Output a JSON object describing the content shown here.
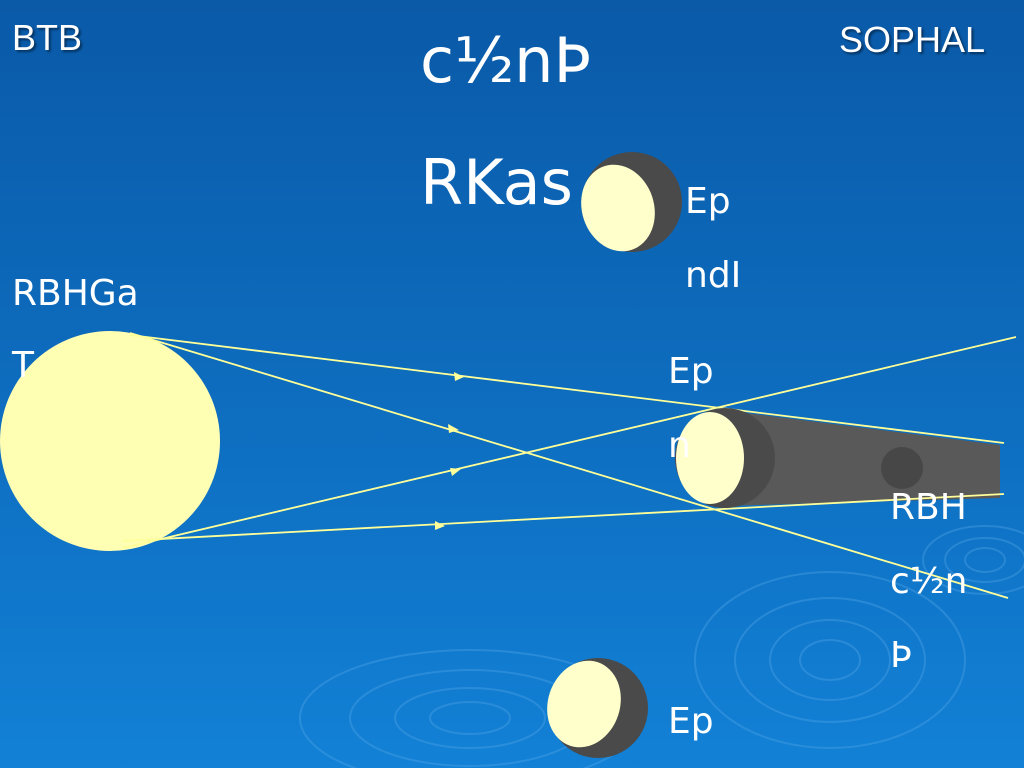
{
  "header": {
    "left_label": "BTB",
    "right_label": "SOPHAL"
  },
  "title": {
    "line1": "c½nÞ",
    "line2": "RKas"
  },
  "labels": {
    "sun_label_line1": "RBHGa",
    "sun_label_line2": "T",
    "moon_top_line1": "Ep",
    "moon_top_line2": "ndI",
    "moon_mid_line1": "Ep",
    "moon_mid_line2": "n",
    "shadow_line1": "RBH",
    "shadow_line2": "c½n",
    "shadow_line3": "Þ",
    "moon_bottom_line1": "Ep"
  },
  "colors": {
    "background_top": "#0a5aa8",
    "background_bottom": "#1281d6",
    "sun": "#ffffb4",
    "moon_lit": "#ffffcc",
    "moon_dark": "#4a4a4a",
    "ray": "#ffff99",
    "text": "#ffffff"
  }
}
